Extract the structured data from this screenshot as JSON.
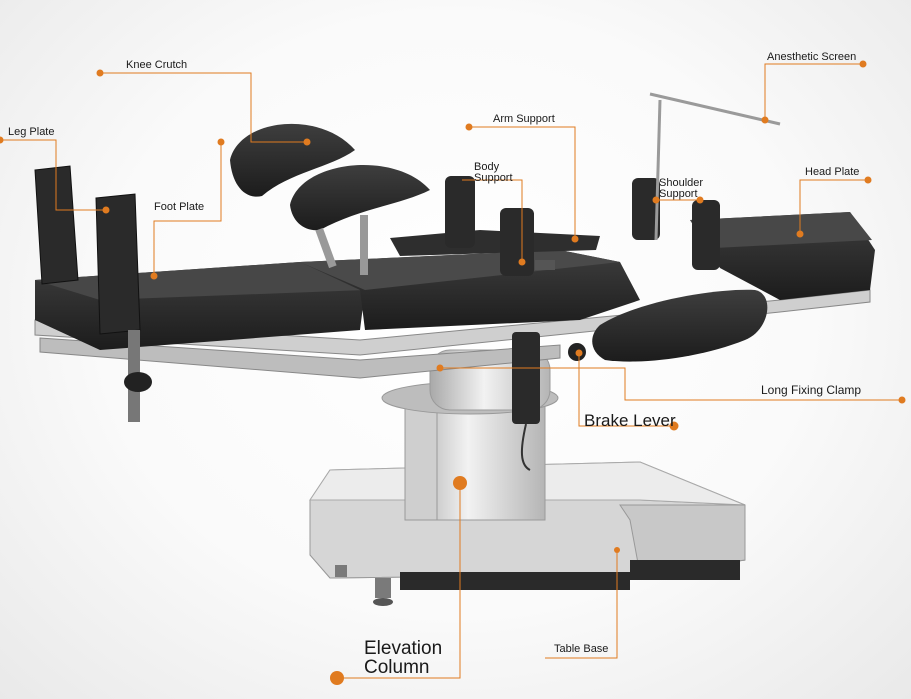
{
  "labels": {
    "knee_crutch": "Knee Crutch",
    "leg_plate": "Leg Plate",
    "foot_plate": "Foot Plate",
    "arm_support": "Arm Support",
    "body_support_1": "Body",
    "body_support_2": "Support",
    "anesthetic_screen": "Anesthetic Screen",
    "shoulder_support_1": "Shoulder",
    "shoulder_support_2": "Support",
    "head_plate": "Head Plate",
    "long_fixing_clamp": "Long Fixing Clamp",
    "brake_lever": "Brake Lever",
    "elevation_column_1": "Elevation",
    "elevation_column_2": "Column",
    "table_base": "Table Base"
  },
  "colors": {
    "leader": "#e07b20",
    "dot": "#e07b20",
    "pad": "#2b2b2b",
    "metal": "#c9c9c9",
    "metal_dark": "#8e8e8e"
  }
}
